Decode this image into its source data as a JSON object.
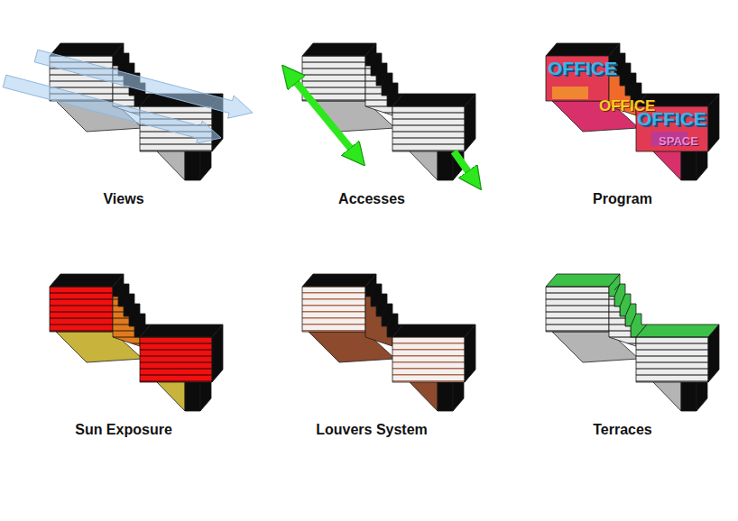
{
  "diagram": {
    "labels": [
      "OFFICE",
      "OFFICE",
      "OFFICE",
      "SPACE",
      "Views",
      "Accesses",
      "Program",
      "Sun Exposure",
      "Louvers System",
      "Terraces"
    ]
  }
}
